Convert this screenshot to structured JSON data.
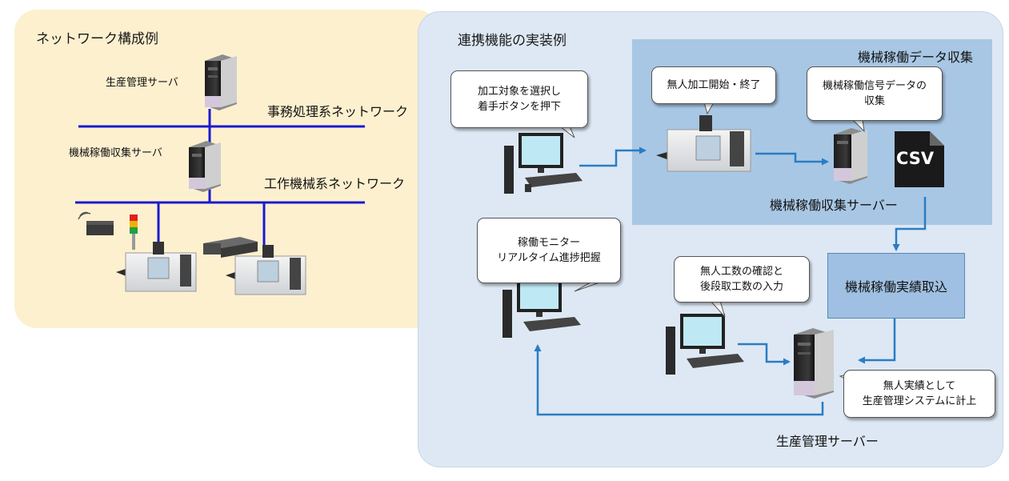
{
  "left": {
    "title": "ネットワーク構成例",
    "prod_server_label": "生産管理サーバ",
    "office_network_label": "事務処理系ネットワーク",
    "collect_server_label": "機械稼働収集サーバ",
    "machine_network_label": "工作機械系ネットワーク"
  },
  "right": {
    "title": "連携機能の実装例",
    "collect_box_title": "機械稼働データ収集",
    "callout_select": [
      "加工対象を選択し",
      "着手ボタンを押下"
    ],
    "callout_unmanned": [
      "無人加工開始・終了"
    ],
    "callout_signal": [
      "機械稼働信号データの",
      "収集"
    ],
    "csv_label": "CSV",
    "collect_server_label": "機械稼働収集サーバー",
    "callout_monitor": [
      "稼働モニター",
      "リアルタイム進捗把握"
    ],
    "callout_input": [
      "無人工数の確認と",
      "後段取工数の入力"
    ],
    "import_label": "機械稼働実績取込",
    "callout_record": [
      "無人実績として",
      "生産管理システムに計上"
    ],
    "prod_server_label": "生産管理サーバー"
  },
  "colors": {
    "left_panel": "#fdf0cf",
    "right_panel": "#dde8f4",
    "collect_box": "#a8c7e4",
    "network_line": "#1a1ad0",
    "arrow": "#2a7cc4",
    "screen": "#bfe8f5"
  }
}
